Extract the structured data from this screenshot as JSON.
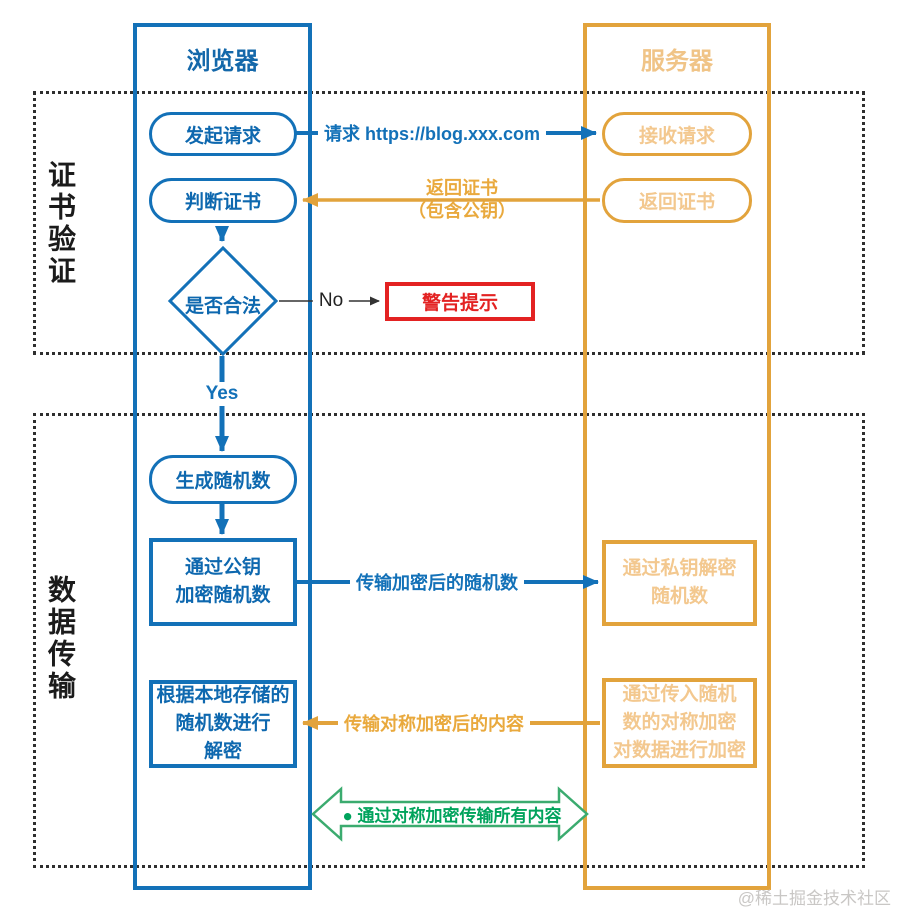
{
  "colors": {
    "blue": "#1371B8",
    "blue_text": "#0E68AF",
    "orange": "#E2A33C",
    "orange_light_text": "#F3C88F",
    "orange_label_text": "#E9A93D",
    "red": "#E32222",
    "green_stroke": "#3BAB6F",
    "green_text": "#00A35C",
    "dotted_border": "#2E2E2E",
    "watermark_gray": "#C9C7C5"
  },
  "lanes": {
    "browser": {
      "title": "浏览器"
    },
    "server": {
      "title": "服务器"
    }
  },
  "phases": [
    {
      "label": "证书验证"
    },
    {
      "label": "数据传输"
    }
  ],
  "browser_nodes": {
    "send_request": "发起请求",
    "judge_cert": "判断证书",
    "is_valid": "是否合法",
    "gen_random": "生成随机数",
    "encrypt_random": "通过公钥\n加密随机数",
    "decrypt_local": "根据本地存储的\n随机数进行\n解密"
  },
  "server_nodes": {
    "receive_request": "接收请求",
    "return_cert": "返回证书",
    "decrypt_random": "通过私钥解密\n随机数",
    "encrypt_data": "通过传入随机\n数的对称加密\n对数据进行加密"
  },
  "warning_node": "警告提示",
  "edge_labels": {
    "request_url": "请求 https://blog.xxx.com",
    "return_cert": "返回证书\n（包含公钥）",
    "no": "No",
    "yes": "Yes",
    "transfer_encrypted_random": "传输加密后的随机数",
    "transfer_symmetric_content": "传输对称加密后的内容",
    "symmetric_all": "● 通过对称加密传输所有内容"
  },
  "watermark": "@稀土掘金技术社区"
}
